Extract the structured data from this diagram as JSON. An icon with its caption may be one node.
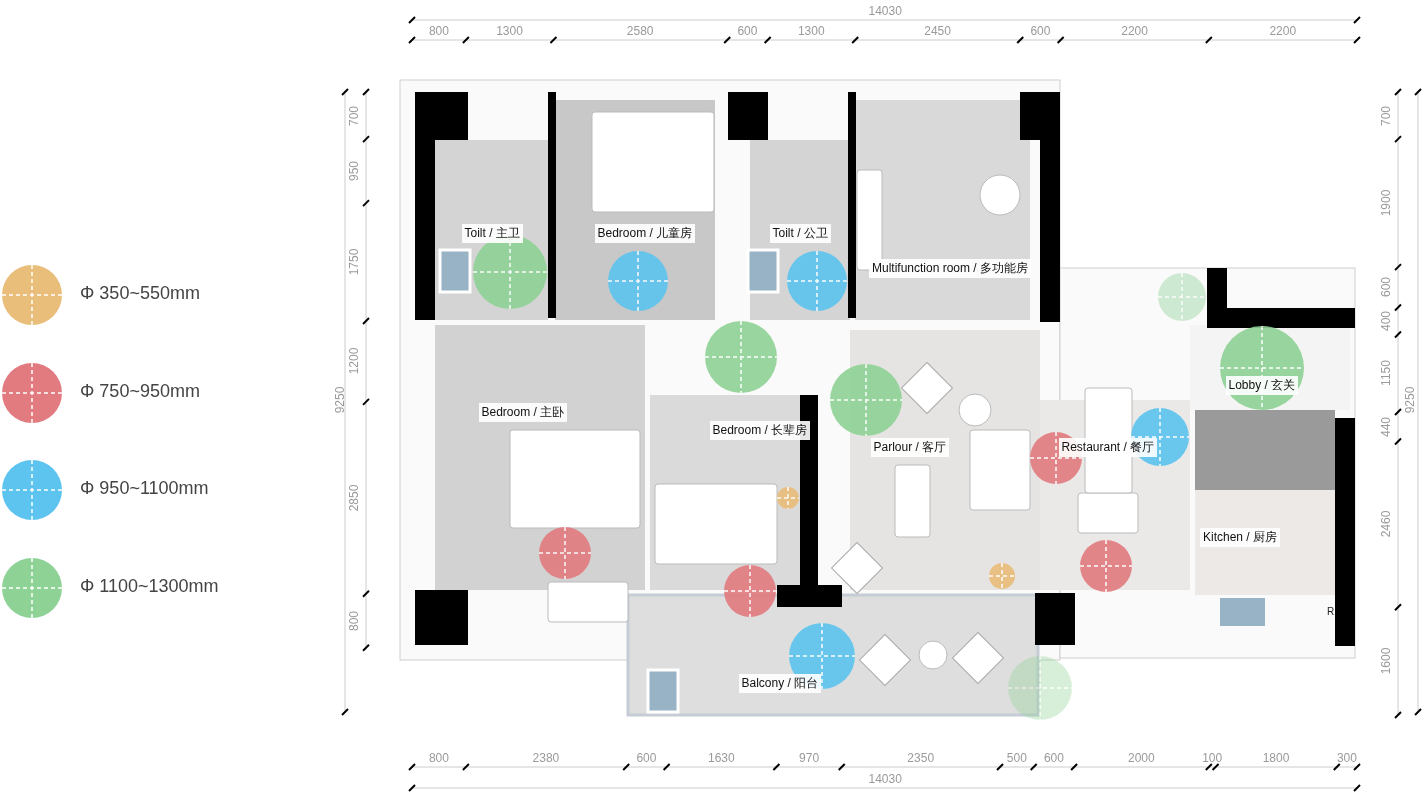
{
  "diagram": {
    "nodes": [
      {
        "text": [
          "Toilt / 主卫"
        ]
      },
      {
        "text": [
          "Bedroom / 儿童房"
        ]
      },
      {
        "text": [
          "Toilt / 公卫"
        ]
      },
      {
        "text": [
          "Multifunction room / 多功能房"
        ]
      },
      {
        "text": [
          "Bedroom / 主卧"
        ]
      },
      {
        "text": [
          "Bedroom / 长辈房"
        ]
      },
      {
        "text": [
          "Parlour / 客厅"
        ]
      },
      {
        "text": [
          "Restaurant / 餐厅"
        ]
      },
      {
        "text": [
          "Lobby / 玄关"
        ]
      },
      {
        "text": [
          "Kitchen / 厨房"
        ]
      },
      {
        "text": [
          "Balcony / 阳台"
        ]
      }
    ],
    "labels": [
      "14030",
      "800",
      "1300",
      "2580",
      "600",
      "1300",
      "2450",
      "600",
      "2200",
      "2200",
      "700",
      "950",
      "1750",
      "1200",
      "2850",
      "800",
      "9250",
      "700",
      "1900",
      "600",
      "400",
      "1150",
      "440",
      "2460",
      "1600",
      "9250",
      "800",
      "2380",
      "600",
      "1630",
      "970",
      "2350",
      "500",
      "600",
      "2000",
      "100",
      "1800",
      "300",
      "14030",
      "R"
    ],
    "legend": [
      {
        "text": "Φ 350~550mm",
        "color": "#e9bd7a"
      },
      {
        "text": "Φ 750~950mm",
        "color": "#e27b7f"
      },
      {
        "text": "Φ 950~1100mm",
        "color": "#5cc4ef"
      },
      {
        "text": "Φ 1100~1300mm",
        "color": "#8fd295"
      }
    ]
  }
}
